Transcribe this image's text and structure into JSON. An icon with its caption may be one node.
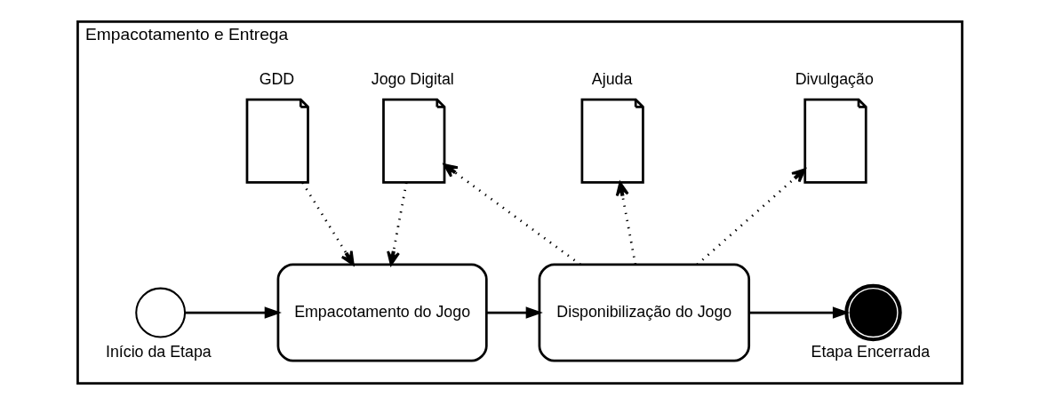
{
  "diagram": {
    "nodes": [
      {
        "text": [
          "Empacotamento e Entrega"
        ]
      },
      {
        "text": [
          "GDD"
        ],
        "in": 0
      },
      {
        "text": [
          "Jogo Digital"
        ],
        "in": 0
      },
      {
        "text": [
          "Ajuda"
        ],
        "in": 0
      },
      {
        "text": [
          "Divulgação"
        ],
        "in": 0
      },
      {
        "text": [
          "Início da Etapa"
        ],
        "in": 0
      },
      {
        "text": [
          "Empacotamento do Jogo"
        ],
        "in": 0
      },
      {
        "text": [
          "Disponibilização do Jogo"
        ],
        "in": 0
      },
      {
        "text": [
          "Etapa Encerrada"
        ],
        "in": 0
      }
    ],
    "edges": [
      {
        "from": 5,
        "to": 6,
        "arrow": "to"
      },
      {
        "from": 6,
        "to": 7,
        "arrow": "to"
      },
      {
        "from": 7,
        "to": 8,
        "arrow": "to"
      },
      {
        "from": 1,
        "to": 6,
        "arrow": "to",
        "style": "dashed"
      },
      {
        "from": 2,
        "to": 6,
        "arrow": "to",
        "style": "dashed"
      },
      {
        "from": 7,
        "to": 2,
        "arrow": "to",
        "style": "dashed"
      },
      {
        "from": 7,
        "to": 3,
        "arrow": "to",
        "style": "dashed"
      },
      {
        "from": 7,
        "to": 4,
        "arrow": "to",
        "style": "dashed"
      }
    ]
  }
}
